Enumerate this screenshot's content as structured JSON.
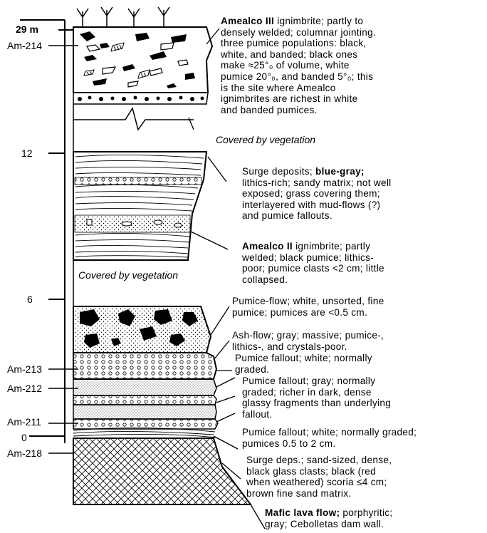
{
  "scale": {
    "top": "29 m",
    "mid_upper": "12",
    "mid_lower": "6",
    "bottom": "0"
  },
  "samples": {
    "am214": "Am-214",
    "am213": "Am-213",
    "am212": "Am-212",
    "am211": "Am-211",
    "am218": "Am-218"
  },
  "covered": {
    "upper": "Covered by vegetation",
    "lower": "Covered by vegetation"
  },
  "units": [
    {
      "name": "Amealco III",
      "lines": [
        "ignimbrite; partly to",
        "densely welded; columnar jointing.",
        "three pumice populations: black,",
        "white, and banded; black ones",
        "make ≈25°₀ of volume, white",
        "pumice 20°₀, and banded 5°₀; this",
        "is the site where Amealco",
        "ignimbrites are richest in white",
        "and banded pumices."
      ]
    },
    {
      "name": "Surge deposits;",
      "lines": [
        "blue-gray;",
        "lithics-rich; sandy matrix; not well",
        "exposed; grass covering them;",
        "interlayered with mud-flows (?)",
        "and pumice fallouts."
      ]
    },
    {
      "name": "Amealco II",
      "lines": [
        "ignimbrite; partly",
        "welded; black pumice; lithics-",
        "poor; pumice clasts <2 cm; little",
        "collapsed."
      ]
    },
    {
      "name": "",
      "lines": [
        "Pumice-flow; white, unsorted, fine",
        "pumice; pumices are <0.5 cm."
      ]
    },
    {
      "name": "",
      "lines": [
        "Ash-flow; gray; massive; pumice-,",
        "lithics-, and crystals-poor."
      ]
    },
    {
      "name": "",
      "lines": [
        "Pumice fallout; white; normally",
        "graded."
      ]
    },
    {
      "name": "",
      "lines": [
        "Pumice fallout; gray; normally",
        "graded; richer in dark, dense",
        "glassy fragments than underlying",
        "fallout."
      ]
    },
    {
      "name": "",
      "lines": [
        "Pumice fallout; white; normally graded;",
        "pumices 0.5 to 2 cm."
      ]
    },
    {
      "name": "",
      "lines": [
        "Surge deps.; sand-sized, dense,",
        "black glass clasts; black (red",
        "when weathered) scoria ≤4 cm;",
        "brown fine sand matrix."
      ]
    },
    {
      "name": "Mafic lava flow;",
      "lines": [
        "porphyritic;",
        "gray; Cebolletas dam wall."
      ]
    }
  ]
}
